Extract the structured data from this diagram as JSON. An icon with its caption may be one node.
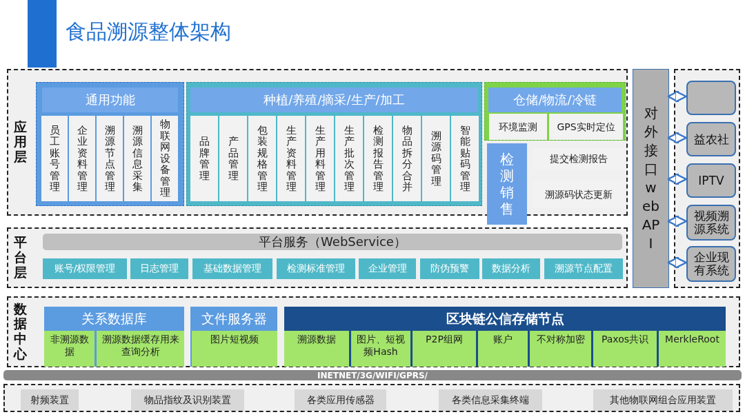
{
  "diagram": {
    "title": "食品溯源整体架构",
    "nodes": [
      {
        "text": [
          "应用层"
        ]
      },
      {
        "text": [
          "通用功能"
        ],
        "in": 0
      },
      {
        "text": [
          "员工账号管理"
        ],
        "in": 1
      },
      {
        "text": [
          "企业资料管理"
        ],
        "in": 1
      },
      {
        "text": [
          "溯源节点管理"
        ],
        "in": 1
      },
      {
        "text": [
          "溯源信息采集"
        ],
        "in": 1
      },
      {
        "text": [
          "物联网设备管理"
        ],
        "in": 1
      },
      {
        "text": [
          "种植/养殖/摘采/生产/加工"
        ],
        "in": 0
      },
      {
        "text": [
          "品牌管理"
        ],
        "in": 7
      },
      {
        "text": [
          "产品管理"
        ],
        "in": 7
      },
      {
        "text": [
          "包装规格管理"
        ],
        "in": 7
      },
      {
        "text": [
          "生产资料管理"
        ],
        "in": 7
      },
      {
        "text": [
          "生产用料管理"
        ],
        "in": 7
      },
      {
        "text": [
          "生产批次管理"
        ],
        "in": 7
      },
      {
        "text": [
          "检测报告管理"
        ],
        "in": 7
      },
      {
        "text": [
          "物品拆分合并"
        ],
        "in": 7
      },
      {
        "text": [
          "溯源码管理"
        ],
        "in": 7
      },
      {
        "text": [
          "智能贴码管理"
        ],
        "in": 7
      },
      {
        "text": [
          "仓储/物流/冷链"
        ],
        "in": 0
      },
      {
        "text": [
          "环境监测"
        ],
        "in": 18
      },
      {
        "text": [
          "GPS实时定位"
        ],
        "in": 18
      },
      {
        "text": [
          "检测销售"
        ]
      },
      {
        "text": [
          "提交检测报告"
        ],
        "in": 0
      },
      {
        "text": [
          "溯源码状态更新"
        ],
        "in": 0
      },
      {
        "text": [
          "平台层"
        ]
      },
      {
        "text": [
          "平台服务（WebService）"
        ],
        "in": 24
      },
      {
        "text": [
          "账号/权限管理"
        ],
        "in": 24
      },
      {
        "text": [
          "日志管理"
        ],
        "in": 24
      },
      {
        "text": [
          "基础数据管理"
        ],
        "in": 24
      },
      {
        "text": [
          "检测标准管理"
        ],
        "in": 24
      },
      {
        "text": [
          "企业管理"
        ],
        "in": 24
      },
      {
        "text": [
          "防伪预警"
        ],
        "in": 24
      },
      {
        "text": [
          "数据分析"
        ],
        "in": 24
      },
      {
        "text": [
          "溯源节点配置"
        ],
        "in": 24
      },
      {
        "text": [
          "对外接口web API"
        ]
      },
      {
        "text": [],
        "shape": "box"
      },
      {
        "text": [],
        "shape": "box",
        "in": 35
      },
      {
        "text": [
          "益农社"
        ],
        "in": 35
      },
      {
        "text": [
          "IPTV"
        ],
        "in": 35
      },
      {
        "text": [
          "视频溯源系统"
        ],
        "in": 35
      },
      {
        "text": [
          "企业现有系统"
        ],
        "in": 35
      },
      {
        "text": [
          "数据中心"
        ]
      },
      {
        "text": [
          "关系数据库"
        ],
        "in": 41
      },
      {
        "text": [
          "非溯源数据"
        ],
        "in": 42
      },
      {
        "text": [
          "溯源数据缓存用来查询分析"
        ],
        "in": 42
      },
      {
        "text": [
          "文件服务器"
        ],
        "in": 41
      },
      {
        "text": [
          "图片短视频"
        ],
        "in": 45
      },
      {
        "text": [
          "区块链公信存储节点"
        ],
        "in": 41
      },
      {
        "text": [
          "溯源数据"
        ],
        "in": 47
      },
      {
        "text": [
          "图片、短视频Hash"
        ],
        "in": 47
      },
      {
        "text": [
          "P2P组网"
        ],
        "in": 47
      },
      {
        "text": [
          "账户"
        ],
        "in": 47
      },
      {
        "text": [
          "不对称加密"
        ],
        "in": 47
      },
      {
        "text": [
          "Paxos共识"
        ],
        "in": 47
      },
      {
        "text": [
          "MerkleRoot"
        ],
        "in": 47
      },
      {
        "text": [
          "INETNET/3G/WIFI/GPRS/"
        ]
      },
      {
        "text": [],
        "shape": "box"
      },
      {
        "text": [
          "射频装置"
        ],
        "in": 56
      },
      {
        "text": [
          "物品指纹及识别装置"
        ],
        "in": 56
      },
      {
        "text": [
          "各类应用传感器"
        ],
        "in": 56
      },
      {
        "text": [
          "各类信息采集终端"
        ],
        "in": 56
      },
      {
        "text": [
          "其他物联网组合应用装置"
        ],
        "in": 56
      }
    ],
    "edges": [
      {
        "from": 34,
        "to": 36,
        "arrow": "both"
      },
      {
        "from": 34,
        "to": 37,
        "arrow": "both"
      },
      {
        "from": 34,
        "to": 38,
        "arrow": "both"
      },
      {
        "from": 34,
        "to": 39,
        "arrow": "both"
      },
      {
        "from": 34,
        "to": 40,
        "arrow": "both"
      }
    ]
  }
}
